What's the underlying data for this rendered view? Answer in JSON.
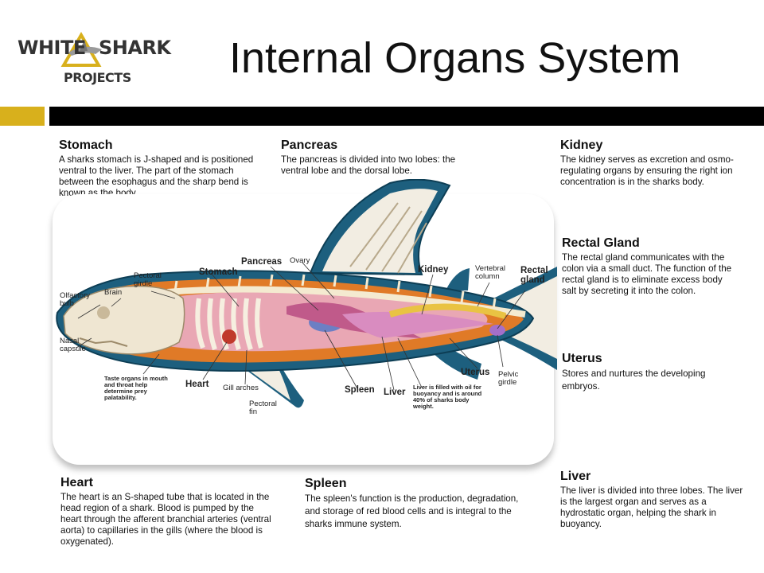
{
  "logo": {
    "word1": "WHITE",
    "word2": "SHARK",
    "word3": "PROJECTS"
  },
  "title": "Internal Organs System",
  "colors": {
    "accent": "#d8b01c",
    "band": "#000000"
  },
  "sections": {
    "stomach": {
      "title": "Stomach",
      "text": "A sharks stomach is J-shaped  and is positioned ventral to the liver. The part of the stomach between the esophagus and the sharp bend is known as the body."
    },
    "pancreas": {
      "title": "Pancreas",
      "text": "The pancreas is divided into two lobes: the ventral lobe and the dorsal lobe."
    },
    "kidney": {
      "title": "Kidney",
      "text": "The kidney serves as excretion and osmo-regulating organs by ensuring the right ion concentration is in the sharks body."
    },
    "rectal_gland": {
      "title": "Rectal Gland",
      "text": "The rectal gland communicates with the colon via  a small duct.  The function of the rectal gland is to eliminate excess body salt by secreting it into the colon."
    },
    "uterus": {
      "title": "Uterus",
      "text": "Stores and nurtures the developing embryos."
    },
    "liver": {
      "title": "Liver",
      "text": "The liver  is divided  into three lobes. The liver  is the largest organ and serves  as a hydrostatic organ, helping the shark in buoyancy."
    },
    "heart": {
      "title": "Heart",
      "text": "The heart is an S-shaped tube that is located in the head region of a shark.  Blood is pumped by the heart through the afferent branchial arteries (ventral  aorta) to capillaries in the gills (where the blood is oxygenated)."
    },
    "spleen": {
      "title": "Spleen",
      "text": "The spleen's function is the production, degradation, and storage of red blood cells and is integral to the sharks immune system."
    }
  },
  "diagram_labels": {
    "olfactory_bulb": "Olfactory bulb",
    "brain": "Brain",
    "pectoral_girdle": "Pectoral girdle",
    "stomach": "Stomach",
    "pancreas": "Pancreas",
    "ovary": "Ovary",
    "kidney": "Kidney",
    "vertebral_column": "Vertebral column",
    "rectal_gland": "Rectal gland",
    "nasal_capsule": "Nasal capsule",
    "taste_note": "Taste organs in mouth and throat help determine prey palatability.",
    "heart": "Heart",
    "gill_arches": "Gill arches",
    "pectoral_fin": "Pectoral fin",
    "spleen": "Spleen",
    "liver": "Liver",
    "liver_note": "Liver is filled with oil for buoyancy and is around 40% of sharks body weight.",
    "uterus": "Uterus",
    "pelvic_girdle": "Pelvic girdle"
  }
}
